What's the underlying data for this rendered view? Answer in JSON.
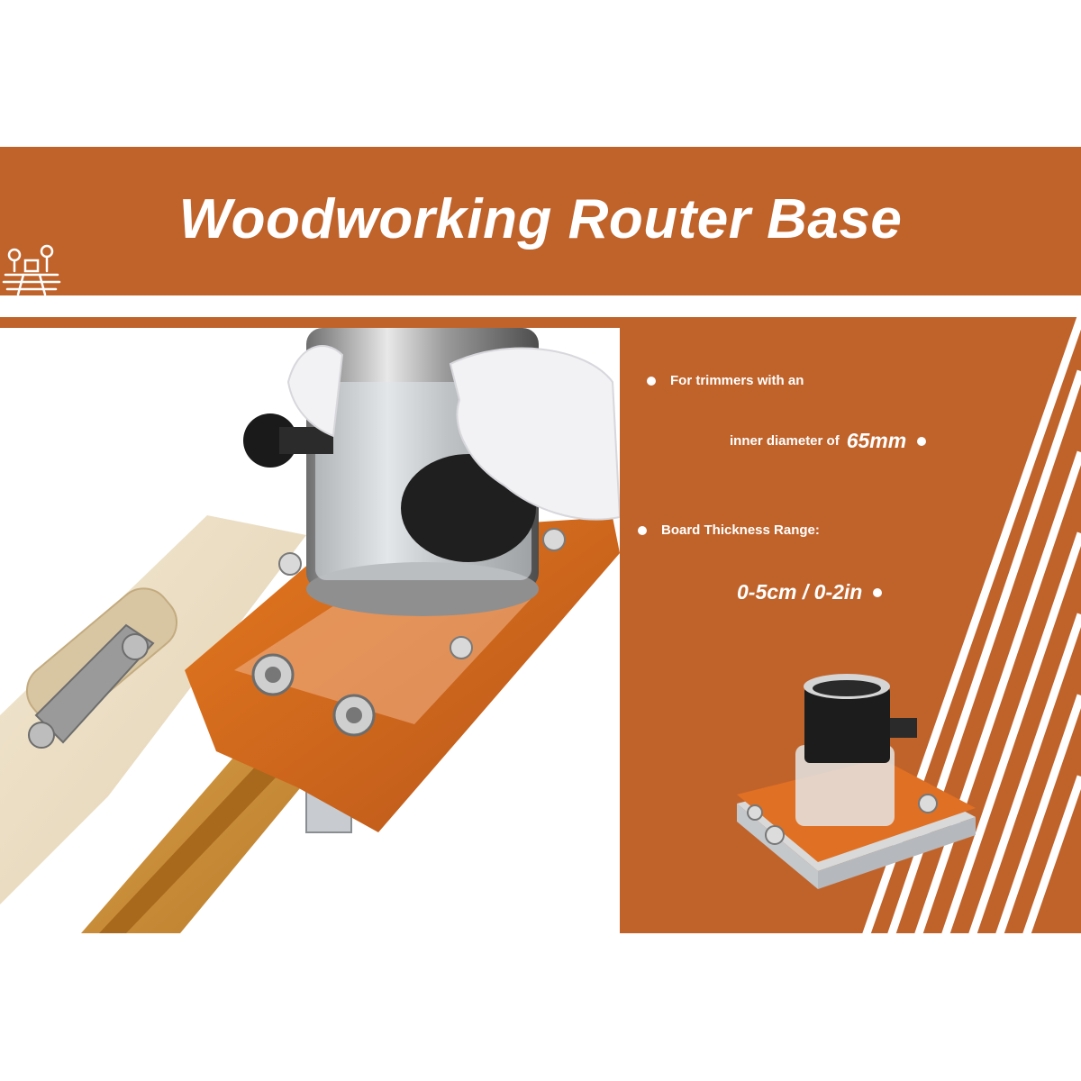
{
  "banner": {
    "title": "Woodworking Router Base",
    "color": "#c0632b"
  },
  "specs": {
    "item1_line1": "For trimmers with an",
    "item1_line2": "inner diameter of",
    "item1_value": "65mm",
    "item2_line1": "Board Thickness Range:",
    "item2_value": "0-5cm / 0-2in"
  },
  "icons": [
    "tree-logo-icon",
    "bullet-icon"
  ]
}
